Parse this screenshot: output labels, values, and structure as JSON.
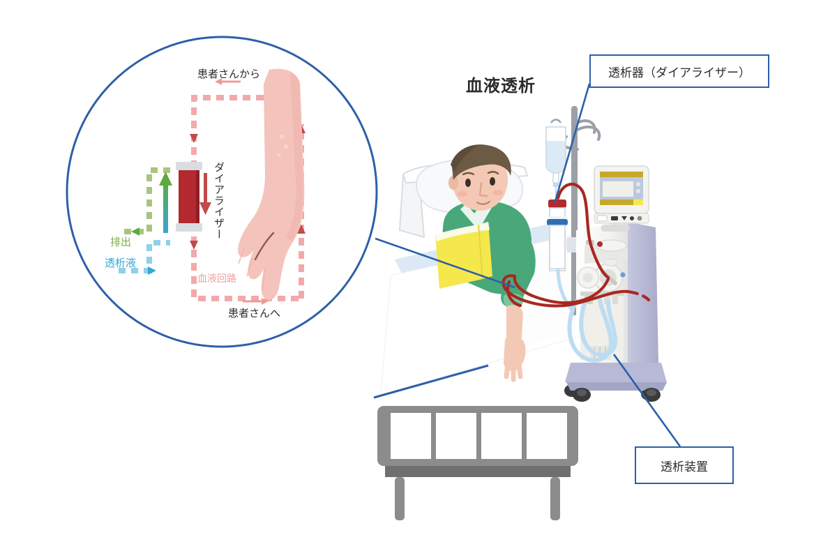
{
  "page": {
    "title": "血液透析",
    "background": "#ffffff"
  },
  "callouts": [
    {
      "id": "dialyzer",
      "label": "透析器（ダイアライザー）",
      "border_color": "#2d5fa8"
    },
    {
      "id": "machine",
      "label": "透析装置",
      "border_color": "#2d5fa8"
    }
  ],
  "inset": {
    "circle_border_color": "#2d5fa8",
    "labels": {
      "from_patient": "患者さんから",
      "to_patient": "患者さんへ",
      "drain": "排出",
      "dialysate": "透析液",
      "blood_circuit": "血液回路",
      "dialyzer_vertical": "ダイアライザー"
    },
    "colors": {
      "blood_line": "#f2a9ab",
      "blood_arrow": "#c14a4a",
      "drain_line": "#a9c47f",
      "drain_arrow": "#5faa3f",
      "dialysate_line": "#8fd0ea",
      "dialysate_arrow": "#36a6d6",
      "dialyzer_body": "#b4292f",
      "dialyzer_cap": "#d9dde0",
      "skin": "#f3c3bc"
    }
  },
  "scene": {
    "colors": {
      "bed_frame": "#8c8c8c",
      "bed_frame_dark": "#6f6f6f",
      "sheet": "#ffffff",
      "sheet_shadow": "#e9eef4",
      "blanket": "#dce9f4",
      "pillow": "#f7f9fb",
      "pajama": "#49a87a",
      "pajama_dark": "#3d9168",
      "skin": "#f3c9b6",
      "hair": "#6d5a44",
      "book": "#f5e84d",
      "book_page": "#fbfbe8",
      "blood_tube": "#a82820",
      "dialysate_tube": "#bcdcf2",
      "machine_body": "#f1f1ee",
      "machine_side": "#b7b9d6",
      "machine_screen": "#bcc9dd",
      "machine_screen_bar": "#c8a82a",
      "pole": "#9aa0a6",
      "iv_bag": "#dbeaf4",
      "cartridge_top": "#b4292f",
      "cartridge_bottom": "#2f6fb5",
      "caster": "#3a3a3a"
    }
  }
}
